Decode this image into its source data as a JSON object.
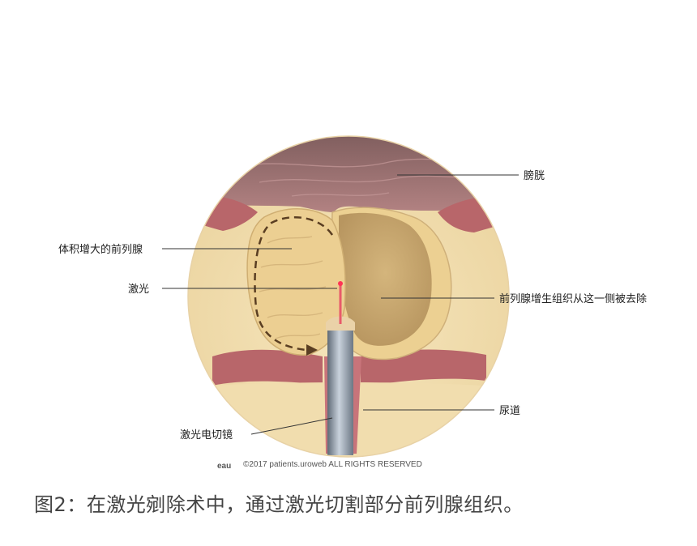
{
  "labels": {
    "bladder": "膀胱",
    "enlarged_prostate": "体积增大的前列腺",
    "laser": "激光",
    "removed_tissue": "前列腺增生组织从这一侧被去除",
    "urethra": "尿道",
    "resectoscope": "激光电切镜"
  },
  "copyright": "©2017 patients.uroweb ALL RIGHTS RESERVED",
  "logo_text": "eau",
  "caption": "图2：在激光剜除术中，通过激光切割部分前列腺组织。",
  "colors": {
    "fat": "#f1dcac",
    "bladder": "#a97676",
    "muscle": "#b8666a",
    "prostate": "#eccf92",
    "cavity": "#c8a870",
    "scope": "#8f9aa6"
  }
}
